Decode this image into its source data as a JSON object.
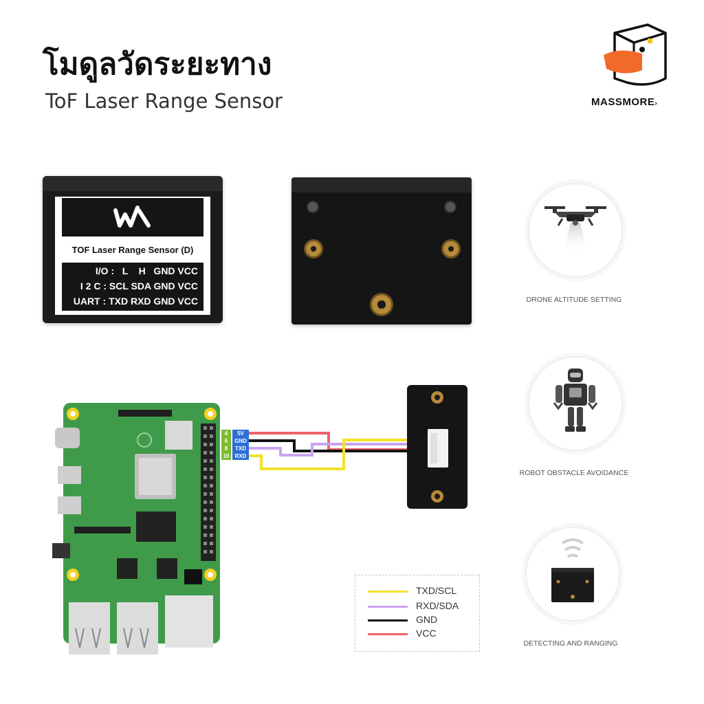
{
  "header": {
    "title_th": "โมดูลวัดระยะทาง",
    "title_en": "ToF Laser Range Sensor"
  },
  "brand": {
    "name": "MASSMORE",
    "icon": "duck-box-logo-icon",
    "accent_color": "#f26a2a"
  },
  "sensor_label": {
    "name": "TOF Laser Range Sensor (D)",
    "rows": [
      {
        "mode": "I/O :",
        "pins": "L    H   GND VCC"
      },
      {
        "mode": "I 2 C :",
        "pins": "SCL SDA GND VCC"
      },
      {
        "mode": "UART :",
        "pins": "TXD RXD GND VCC"
      }
    ],
    "logo_icon": "waveshare-logo-icon"
  },
  "wiring": {
    "pins": [
      {
        "number": "4",
        "signal": "5V"
      },
      {
        "number": "6",
        "signal": "GND"
      },
      {
        "number": "8",
        "signal": "TXD"
      },
      {
        "number": "10",
        "signal": "RXD"
      }
    ],
    "colors": {
      "txd_scl": "#f2e12a",
      "rxd_sda": "#c9a3f0",
      "gnd": "#111111",
      "vcc": "#f0606a",
      "pin_green": "#7dbb2e",
      "pin_blue": "#2d6fd6",
      "board_green": "#3f9b4a"
    }
  },
  "legend": [
    {
      "label": "TXD/SCL",
      "color": "#f2e12a"
    },
    {
      "label": "RXD/SDA",
      "color": "#c9a3f0"
    },
    {
      "label": "GND",
      "color": "#111111"
    },
    {
      "label": "VCC",
      "color": "#f0606a"
    }
  ],
  "applications": [
    {
      "caption": "DRONE ALTITUDE SETTING",
      "icon": "drone-icon"
    },
    {
      "caption": "ROBOT OBSTACLE AVOIDANCE",
      "icon": "robot-icon"
    },
    {
      "caption": "DETECTING AND RANGING",
      "icon": "sensor-ranging-icon"
    }
  ]
}
